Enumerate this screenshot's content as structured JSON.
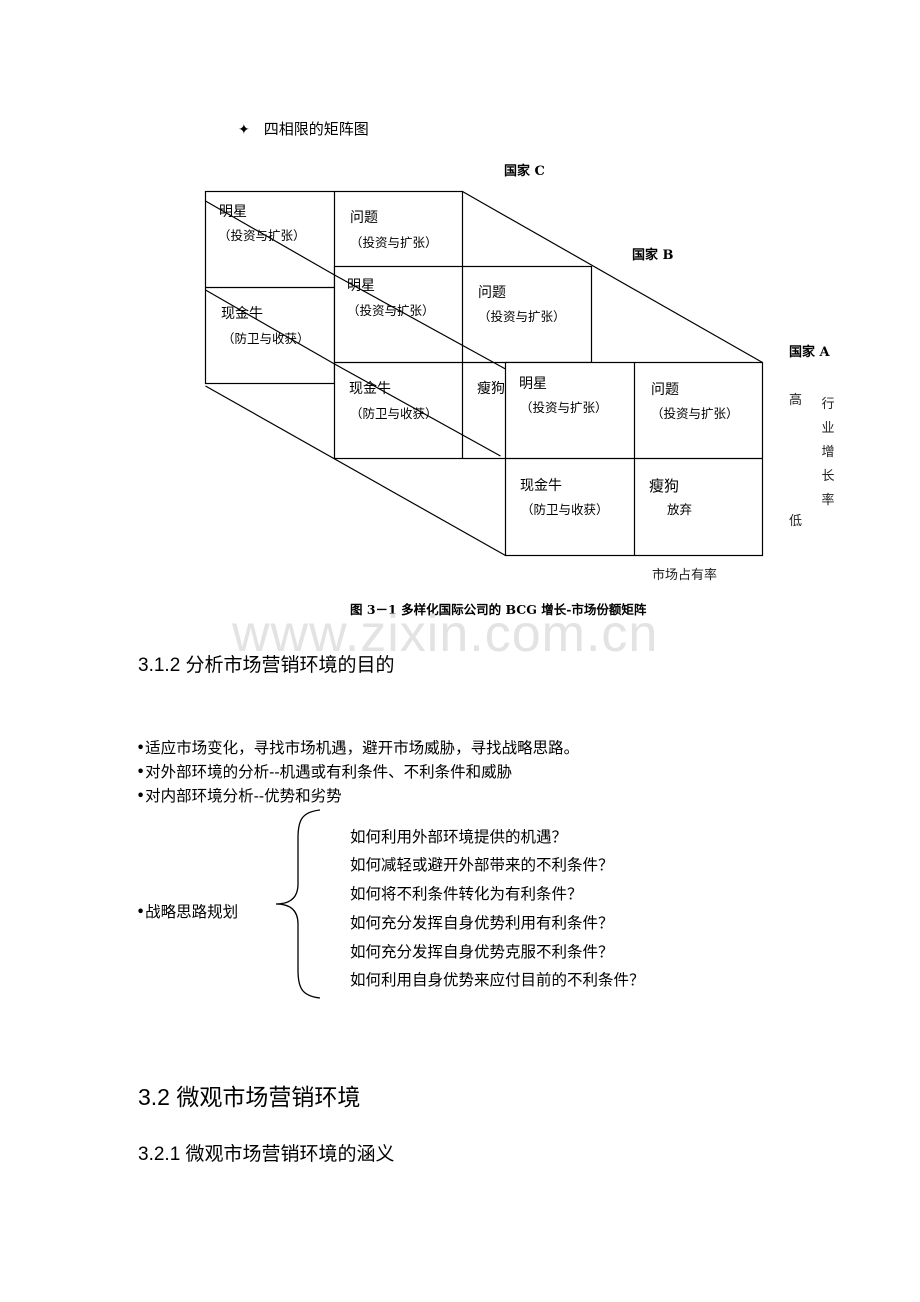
{
  "section_heading": {
    "bullet_icon": "four-point-star",
    "label": "四相限的矩阵图"
  },
  "diagram": {
    "countries": {
      "c": "国家 C",
      "b": "国家 B",
      "a": "国家 A"
    },
    "country_c": {
      "star": {
        "title": "明星",
        "sub": "（投资与扩张）"
      },
      "question": {
        "title": "问题",
        "sub": "（投资与扩张）"
      },
      "cashcow": {
        "title": "现金牛",
        "sub": "（防卫与收获）"
      }
    },
    "country_b": {
      "star": {
        "title": "明星",
        "sub": "（投资与扩张）"
      },
      "question": {
        "title": "问题",
        "sub": "（投资与扩张）"
      },
      "cashcow": {
        "title": "现金牛",
        "sub": "（防卫与收获）"
      },
      "dog": {
        "title": "瘦狗"
      }
    },
    "country_a": {
      "star": {
        "title": "明星",
        "sub": "（投资与扩张）"
      },
      "question": {
        "title": "问题",
        "sub": "（投资与扩张）"
      },
      "cashcow": {
        "title": "现金牛",
        "sub": "（防卫与收获）"
      },
      "dog": {
        "title": "瘦狗",
        "sub": "放弃"
      }
    },
    "axis": {
      "high": "高",
      "low": "低",
      "y_label": "行业增长率",
      "x_label": "市场占有率"
    },
    "caption": "图 3－1 多样化国际公司的 BCG 增长-市场份额矩阵"
  },
  "watermark": "www.zixin.com.cn",
  "section_312": {
    "heading": "3.1.2 分析市场营销环境的目的",
    "bullets": [
      "•适应市场变化，寻找市场机遇，避开市场威胁，寻找战略思路。",
      "•对外部环境的分析--机遇或有利条件、不利条件和威胁",
      "•对内部环境分析--优势和劣势"
    ],
    "strategy": {
      "label": "•战略思路规划",
      "questions": [
        "如何利用外部环境提供的机遇？",
        "如何减轻或避开外部带来的不利条件？",
        "如何将不利条件转化为有利条件？",
        "如何充分发挥自身优势利用有利条件？",
        "如何充分发挥自身优势克服不利条件？",
        "如何利用自身优势来应付目前的不利条件？"
      ]
    }
  },
  "section_32": {
    "heading": "3.2 微观市场营销环境"
  },
  "section_321": {
    "heading": "3.2.1 微观市场营销环境的涵义"
  }
}
